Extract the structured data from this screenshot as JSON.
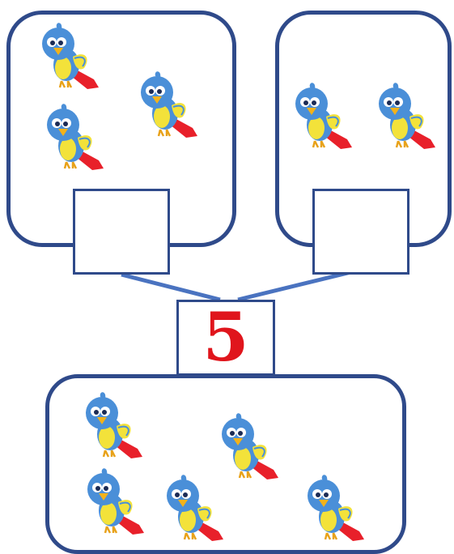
{
  "groups": [
    {
      "name": "left",
      "bird_count": 3
    },
    {
      "name": "right",
      "bird_count": 2
    },
    {
      "name": "total",
      "bird_count": 5
    }
  ],
  "answer_boxes": {
    "left": "",
    "right": ""
  },
  "total": {
    "value": "5",
    "color": "#e0151c"
  },
  "colors": {
    "frame": "#2f4a8a",
    "bird_body": "#4a8fd8",
    "bird_belly": "#f3e23a",
    "bird_tail": "#e8202a"
  },
  "icons": [
    "bird-icon"
  ]
}
